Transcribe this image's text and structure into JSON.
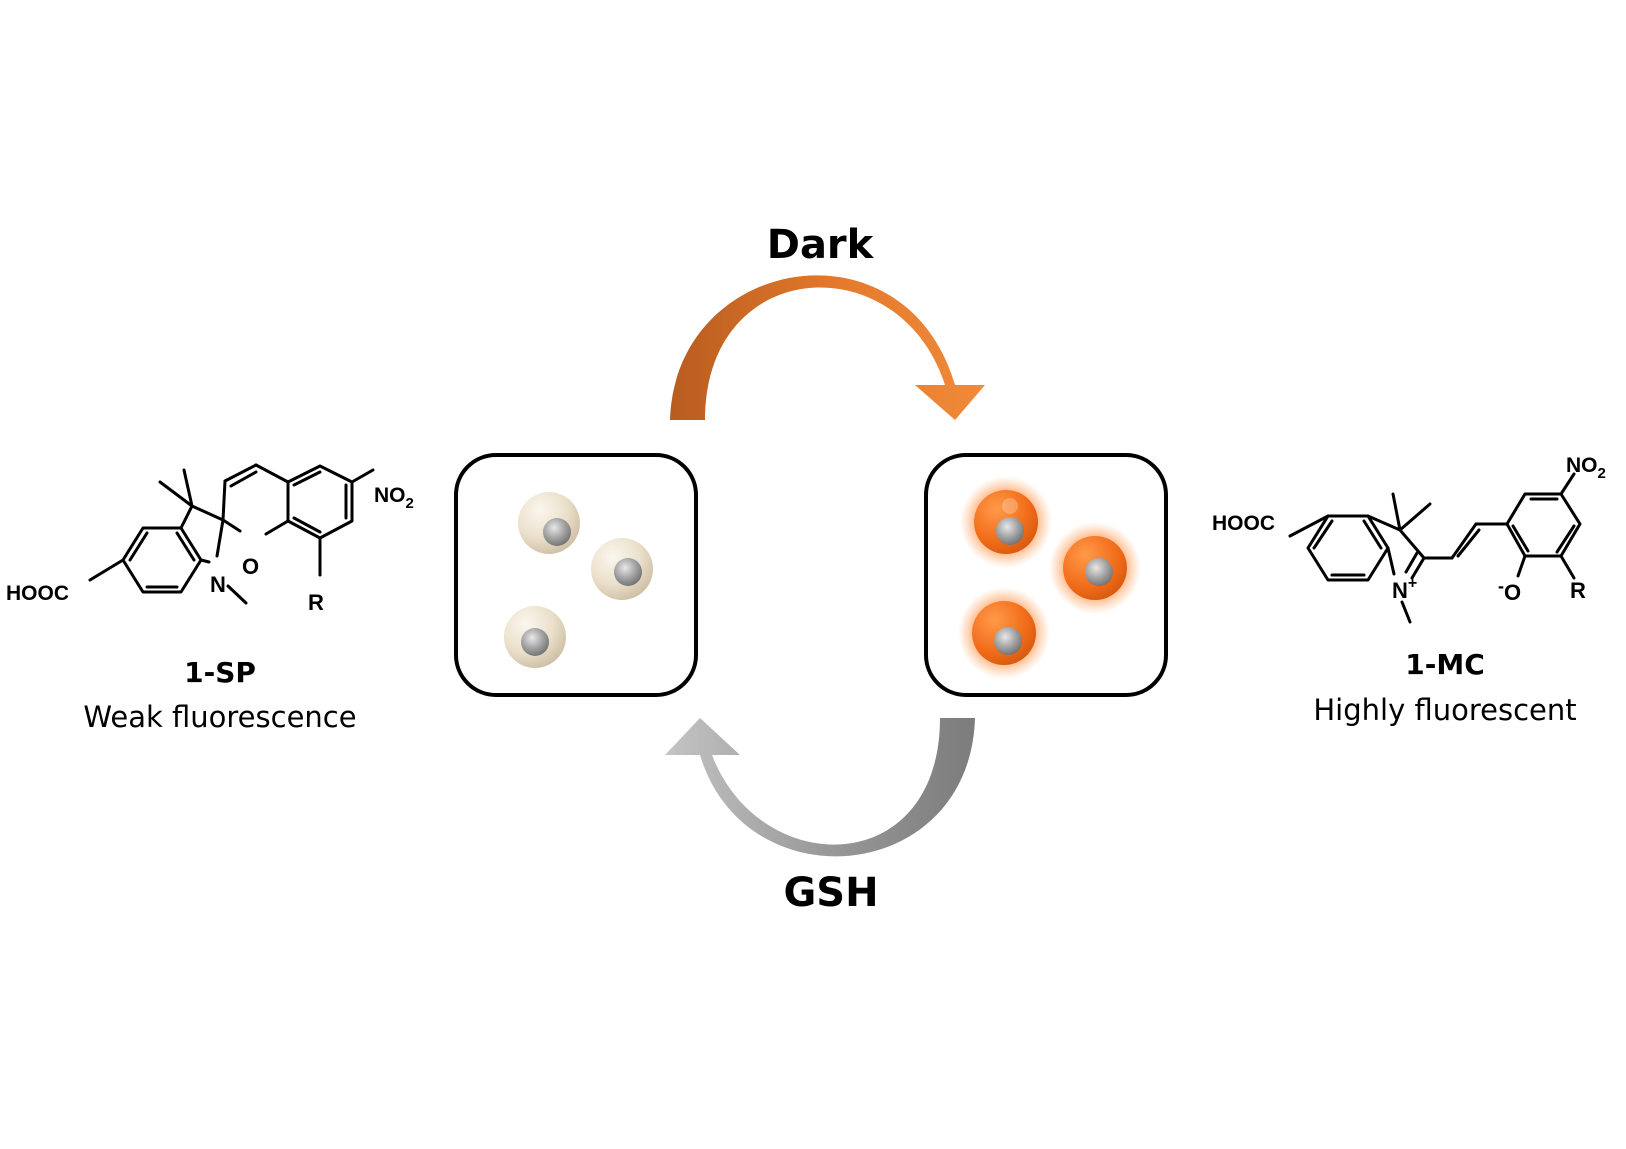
{
  "top_arrow_label": "Dark",
  "bottom_arrow_label": "GSH",
  "left_compound": {
    "name": "1-SP",
    "description": "Weak fluorescence",
    "groups": {
      "acid": "HOOC",
      "nitrogen": "N",
      "oxygen": "O",
      "nitro": "NO",
      "nitro_sub": "2",
      "r_group": "R"
    }
  },
  "right_compound": {
    "name": "1-MC",
    "description": "Highly fluorescent",
    "groups": {
      "acid": "HOOC",
      "nitrogen": "N",
      "charge_plus": "+",
      "oxygen": "O",
      "charge_minus": "-",
      "nitro": "NO",
      "nitro_sub": "2",
      "r_group": "R"
    }
  },
  "colors": {
    "dark_arrow": "#e07a30",
    "gsh_arrow": "#8c8c8c",
    "cell_weak": "#e8ddc8",
    "cell_fluorescent": "#f47a22",
    "nucleus": "#9a9a9a",
    "box_stroke": "#000000"
  }
}
